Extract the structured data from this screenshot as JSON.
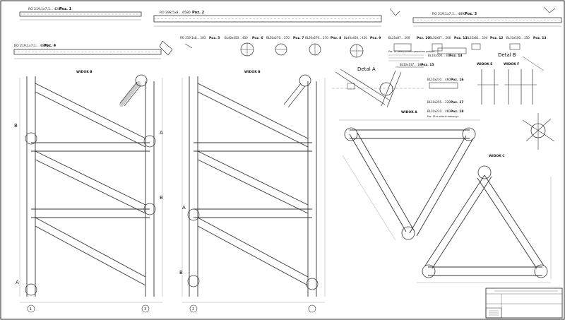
{
  "parts": [
    {
      "id": "poz1",
      "spec": "RO 219,1x7,1... 4287",
      "label": "Poz. 1"
    },
    {
      "id": "poz2",
      "spec": "RO 298,5x8... 6580",
      "label": "Poz. 2"
    },
    {
      "id": "poz3",
      "spec": "RO 219,1x7,1... 4892",
      "label": "Poz. 3"
    },
    {
      "id": "poz4",
      "spec": "RO 219,1x7,1... 4639",
      "label": "Poz. 4"
    },
    {
      "id": "poz5",
      "spec": "RO 219,1x8... 283",
      "label": "Poz. 5"
    },
    {
      "id": "poz6",
      "spec": "BL40x450... 450",
      "label": "Poz. 6"
    },
    {
      "id": "poz7",
      "spec": "BL30x270... 270",
      "label": "Poz. 7"
    },
    {
      "id": "poz8",
      "spec": "BL30x270... 270",
      "label": "Poz. 8"
    },
    {
      "id": "poz9",
      "spec": "BL40x450... 450",
      "label": "Poz. 9"
    },
    {
      "id": "poz10",
      "spec": "BL25x87... 200",
      "label": "Poz. 10"
    },
    {
      "id": "poz11",
      "spec": "BL30x87... 200",
      "label": "Poz. 11"
    },
    {
      "id": "poz12",
      "spec": "BL25x81... 104",
      "label": "Poz. 12"
    },
    {
      "id": "poz13",
      "spec": "BL10x100... 150",
      "label": "Poz. 13"
    },
    {
      "id": "poz14",
      "spec": "BL10x500... 339",
      "label": "Poz. 14"
    },
    {
      "id": "poz15",
      "spec": "BL10x137... 180",
      "label": "Poz. 15"
    },
    {
      "id": "poz16",
      "spec": "BL10x210... 460",
      "label": "Poz. 16"
    },
    {
      "id": "poz17",
      "spec": "BL10x255... 220",
      "label": "Poz. 17"
    },
    {
      "id": "poz18",
      "spec": "BL10x210... 460",
      "label": "Poz. 18"
    }
  ],
  "details": {
    "detal_a": "Detal A",
    "detal_b": "Detal B",
    "widok_a": "WIDOK A",
    "widok_b": "WIDOK B",
    "widok_c": "WIDOK C",
    "widok_e": "WIDOK E",
    "widok_f": "WIDOK F"
  },
  "notes": {
    "note1": "Poz. 14 nalezy przed spawaniem podgiac",
    "note2": "Poz. 18 w odlocie rozboczyc"
  },
  "markers": {
    "a": "A",
    "b": "B",
    "one": "1",
    "two": "2",
    "three": "3"
  }
}
